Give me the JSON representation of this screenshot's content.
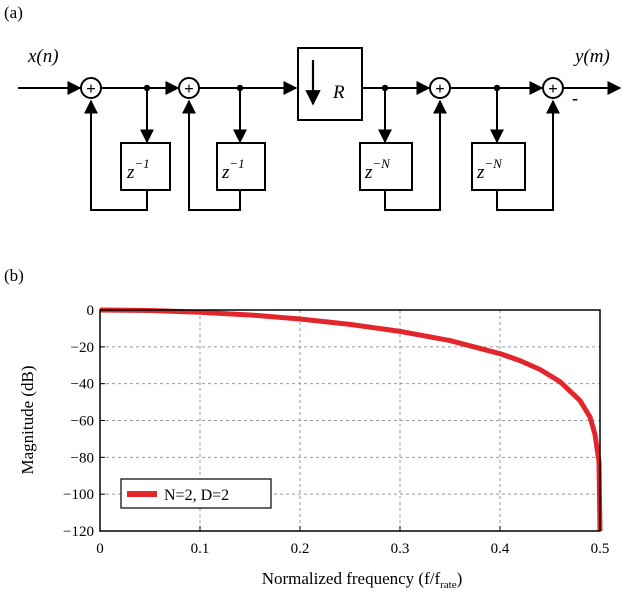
{
  "panel_a": {
    "label": "(a)",
    "input_signal": "x(n)",
    "output_signal": "y(m)",
    "delay_blocks": [
      {
        "base": "z",
        "exp": "−1"
      },
      {
        "base": "z",
        "exp": "−1"
      },
      {
        "base": "z",
        "exp": "−N"
      },
      {
        "base": "z",
        "exp": "−N"
      }
    ],
    "decimator": {
      "symbol": "↓",
      "factor": "R"
    },
    "summer_symbol": "+",
    "minus_mark": "-"
  },
  "panel_b": {
    "label": "(b)"
  },
  "chart_data": {
    "type": "line",
    "xlabel": "Normalized frequency (f/f",
    "xlabel_sub": "rate",
    "xlabel_close": ")",
    "ylabel": "Magnitude (dB)",
    "xlim": [
      0,
      0.5
    ],
    "ylim": [
      -120,
      0
    ],
    "xticks": [
      "0",
      "0.1",
      "0.2",
      "0.3",
      "0.4",
      "0.5"
    ],
    "yticks": [
      "0",
      "−20",
      "−40",
      "−60",
      "−80",
      "−100",
      "−120"
    ],
    "grid": true,
    "legend_position": "bottom-left",
    "series": [
      {
        "name": "N=2, D=2",
        "color": "#e3262b",
        "x": [
          0,
          0.05,
          0.1,
          0.15,
          0.2,
          0.25,
          0.3,
          0.35,
          0.4,
          0.42,
          0.44,
          0.46,
          0.48,
          0.49,
          0.495,
          0.499,
          0.5
        ],
        "y": [
          0,
          -0.3,
          -1.2,
          -2.7,
          -4.9,
          -7.8,
          -11.6,
          -16.6,
          -23.7,
          -27.5,
          -32.3,
          -38.9,
          -49.2,
          -58.1,
          -67.6,
          -82.5,
          -120
        ]
      }
    ]
  }
}
